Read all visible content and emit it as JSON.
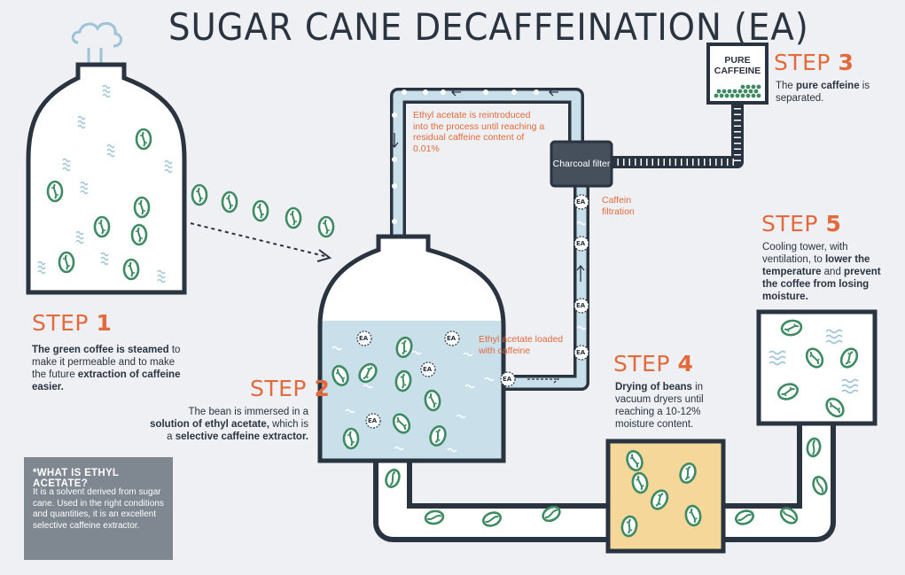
{
  "title": "SUGAR CANE DECAFFEINATION (EA)",
  "steps": [
    {
      "label": "STEP",
      "number": "1",
      "text_parts": [
        {
          "t": "The green coffee is steamed",
          "b": true
        },
        {
          "t": " to make it permeable and to make the future ",
          "b": false
        },
        {
          "t": "extraction of caffeine easier.",
          "b": true
        }
      ]
    },
    {
      "label": "STEP",
      "number": "2",
      "text_parts": [
        {
          "t": "The bean is immersed in a ",
          "b": false
        },
        {
          "t": "solution of ethyl acetate,",
          "b": true
        },
        {
          "t": " which is a ",
          "b": false
        },
        {
          "t": "selective caffeine extractor.",
          "b": true
        }
      ]
    },
    {
      "label": "STEP",
      "number": "3",
      "text_parts": [
        {
          "t": "The ",
          "b": false
        },
        {
          "t": "pure caffeine",
          "b": true
        },
        {
          "t": " is separated.",
          "b": false
        }
      ]
    },
    {
      "label": "STEP",
      "number": "4",
      "text_parts": [
        {
          "t": "Drying of beans",
          "b": true
        },
        {
          "t": " in vacuum dryers until reaching a 10-12% moisture content.",
          "b": false
        }
      ]
    },
    {
      "label": "STEP",
      "number": "5",
      "text_parts": [
        {
          "t": "Cooling tower, with ventilation, to ",
          "b": false
        },
        {
          "t": "lower the temperature",
          "b": true
        },
        {
          "t": " and ",
          "b": false
        },
        {
          "t": "prevent the coffee from losing moisture.",
          "b": true
        }
      ]
    }
  ],
  "notes": {
    "reintroduced": "Ethyl acetate is reintroduced into the process until reaching a residual caffeine content of 0.01%",
    "caffein_filtration": "Caffein filtration",
    "loaded": "Ethyl acetate loaded with caffeine"
  },
  "boxes": {
    "charcoal_filter": "Charcoal filter",
    "pure_caffeine": "PURE CAFFEINE"
  },
  "ea_label": "EA",
  "info_box": {
    "heading": "*WHAT IS ETHYL ACETATE?",
    "body": "It is a solvent derived from sugar cane. Used in the right conditions and quantities, it is an excellent selective caffeine extractor."
  },
  "colors": {
    "accent": "#e26a3c",
    "dark": "#2a3440",
    "bean": "#3e8a62",
    "liquid": "#c9dfea",
    "dryer": "#f5d79a",
    "background": "#eef0f3",
    "info_box": "#7f8790"
  }
}
